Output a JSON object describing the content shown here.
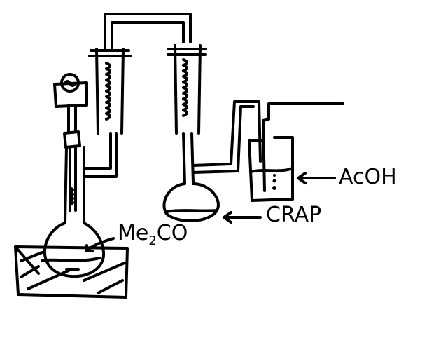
{
  "colors": {
    "ink": "#000000",
    "background": "#ffffff"
  },
  "labels": {
    "acetone_main": "Me",
    "acetone_sub": "2",
    "acetone_tail": "CO",
    "crap": "CRAP",
    "acetic_acid": "AcOH"
  },
  "icons": {
    "heater": "ac-power-icon"
  }
}
